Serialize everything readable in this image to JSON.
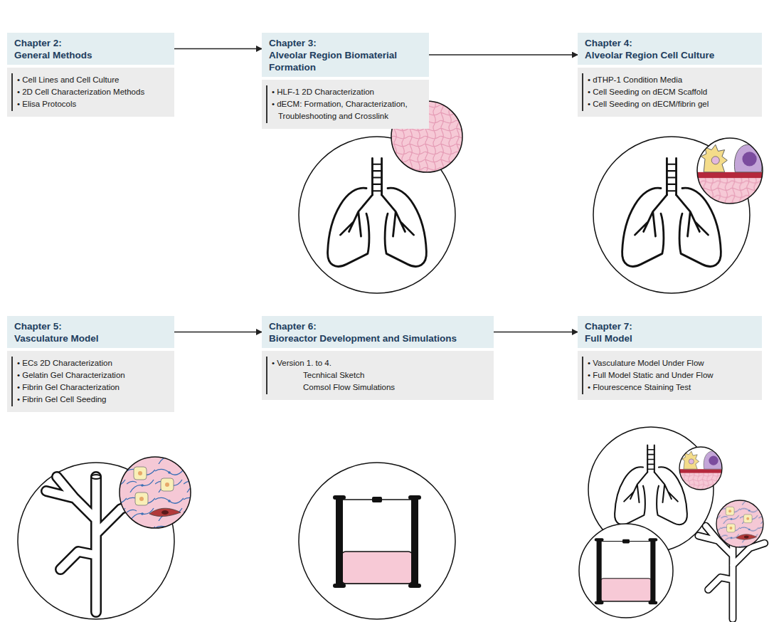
{
  "diagram": {
    "nodes": [
      {
        "text": [
          "Chapter 2:",
          "General Methods"
        ]
      },
      {
        "text": [
          "• Cell Lines and Cell Culture",
          "• 2D Cell Characterization Methods",
          "• Elisa Protocols"
        ]
      },
      {
        "text": [
          "Chapter 3:",
          "Alveolar Region Biomaterial Formation"
        ]
      },
      {
        "text": [
          "• HLF-1 2D Characterization",
          "• dECM: Formation, Characterization, Troubleshooting and Crosslink"
        ]
      },
      {
        "text": [
          "Chapter 4:",
          "Alveolar Region Cell Culture"
        ]
      },
      {
        "text": [
          "• dTHP-1 Condition Media",
          "• Cell Seeding on dECM Scaffold",
          "• Cell Seeding on dECM/fibrin gel"
        ]
      },
      {
        "text": [
          "Chapter 5:",
          "Vasculature Model"
        ]
      },
      {
        "text": [
          "• ECs 2D Characterization",
          "• Gelatin Gel Characterization",
          "• Fibrin Gel Characterization",
          "• Fibrin Gel Cell Seeding"
        ]
      },
      {
        "text": [
          "Chapter 6:",
          "Bioreactor Development and Simulations"
        ]
      },
      {
        "text": [
          "• Version 1. to 4.",
          "Tecnhical Sketch",
          "Comsol Flow Simulations"
        ]
      },
      {
        "text": [
          "Chapter 7:",
          "Full Model"
        ]
      },
      {
        "text": [
          "• Vasculature Model Under Flow",
          "• Full Model Static and Under Flow",
          "• Flourescence Staining Test"
        ]
      }
    ],
    "edges": [
      {
        "from": 0,
        "to": 2,
        "arrow": "to"
      },
      {
        "from": 2,
        "to": 4,
        "arrow": "to"
      },
      {
        "from": 6,
        "to": 8,
        "arrow": "to"
      },
      {
        "from": 8,
        "to": 10,
        "arrow": "to"
      }
    ]
  }
}
